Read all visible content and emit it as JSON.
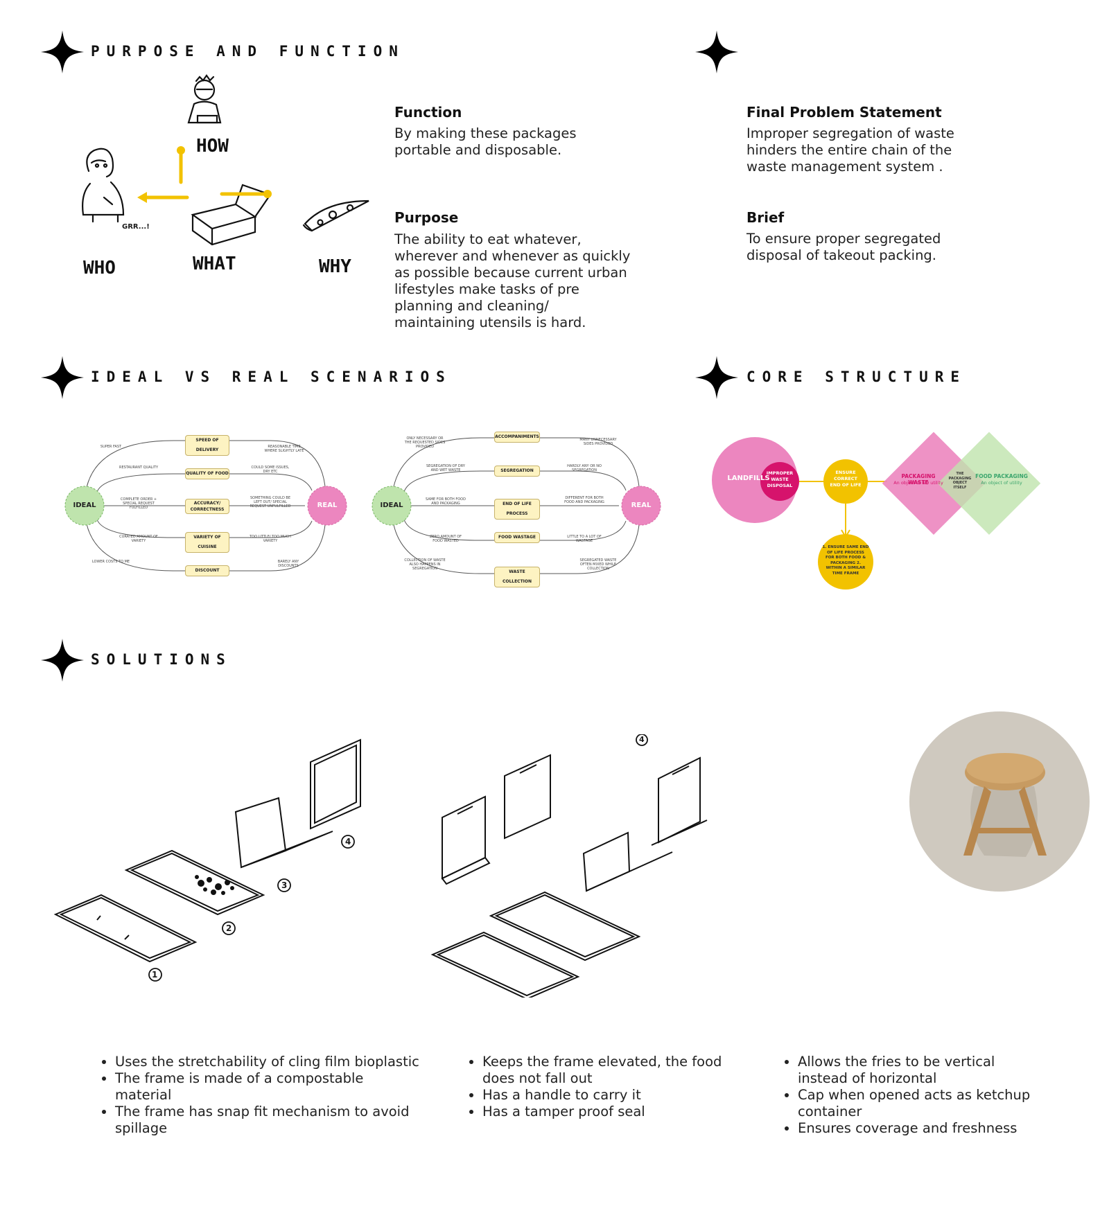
{
  "sections": {
    "purpose": "PURPOSE AND FUNCTION",
    "ideal_real": "IDEAL VS REAL SCENARIOS",
    "core": "CORE STRUCTURE",
    "solutions": "SOLUTIONS"
  },
  "sketch": {
    "how": "HOW",
    "who": "WHO",
    "what": "WHAT",
    "why": "WHY",
    "grr": "GRR...!"
  },
  "function": {
    "title": "Function",
    "text": "By making these packages\nportable and disposable."
  },
  "purpose": {
    "title": "Purpose",
    "text": "The ability to eat whatever,\nwherever and whenever as quickly\nas possible because current urban\nlifestyles make tasks of pre\nplanning and cleaning/\nmaintaining utensils is hard."
  },
  "problem": {
    "title": "Final Problem Statement",
    "text": "Improper segregation of waste\nhinders the entire chain of the\nwaste management system ."
  },
  "brief": {
    "title": "Brief",
    "text": "To ensure proper segregated\ndisposal of takeout packing."
  },
  "diagram1": {
    "ideal": "IDEAL",
    "real": "REAL",
    "rows": [
      {
        "label": "SPEED OF DELIVERY",
        "left": "SUPER FAST",
        "right": "REASONABLE TIME WHERE SLIGHTLY LATE"
      },
      {
        "label": "QUALITY OF FOOD",
        "left": "RESTAURANT QUALITY",
        "right": "COULD SOME ISSUES, DRY ETC"
      },
      {
        "label": "ACCURACY/ CORRECTNESS",
        "left": "COMPLETE ORDER + SPECIAL REQUEST FULFILLED",
        "right": "SOMETHING COULD BE LEFT OUT/ SPECIAL REQUEST UNFULFILLED"
      },
      {
        "label": "VARIETY OF CUISINE",
        "left": "CURATED AMOUNT OF VARIETY",
        "right": "TOO LITTLE/ TOO MUCH VARIETY"
      },
      {
        "label": "DISCOUNT",
        "left": "LOWER COSTS TO ME",
        "right": "BARELY ANY DISCOUNTS"
      }
    ]
  },
  "diagram2": {
    "ideal": "IDEAL",
    "real": "REAL",
    "rows": [
      {
        "label": "ACCOMPANIMENTS",
        "left": "ONLY NECESSARY OR THE REQUESTED SIDES PROVIDED",
        "right": "MANY UNNECESSARY SIDES PROVIDED"
      },
      {
        "label": "SEGREGATION",
        "left": "SEGREGATION OF DRY AND WET WASTE",
        "right": "HARDLY ANY OR NO SEGREGATION"
      },
      {
        "label": "END OF LIFE PROCESS",
        "left": "SAME FOR BOTH FOOD AND PACKAGING",
        "right": "DIFFERENT FOR BOTH FOOD AND PACKAGING"
      },
      {
        "label": "FOOD WASTAGE",
        "left": "ZERO AMOUNT OF FOOD WASTED",
        "right": "LITTLE TO A LOT OF WASTAGE"
      },
      {
        "label": "WASTE COLLECTION",
        "left": "COLLECTION OF WASTE ALSO HAPPENS IN SEGREGATION",
        "right": "SEGREGATED WASTE OFTEN MIXED WHILE COLLECTION"
      }
    ]
  },
  "core": {
    "landfills": "LANDFILLS",
    "improper": "IMPROPER WASTE DISPOSAL",
    "ensure": "ENSURE CORRECT END OF LIFE",
    "steps": "1. ENSURE SAME END OF LIFE PROCESS FOR BOTH FOOD & PACKAGING 2. WITHIN A SIMILAR TIME FRAME",
    "packaging_waste": "PACKAGING WASTE",
    "packaging_waste_sub": "An object of NO utility",
    "packaging_object": "THE PACKAGING OBJECT ITSELF",
    "food_packaging": "FOOD PACKAGING",
    "food_packaging_sub": "An object of utility"
  },
  "step_numbers": [
    "1",
    "2",
    "3",
    "4",
    "4"
  ],
  "solutions": {
    "col1": [
      "Uses the stretchability of cling film bioplastic",
      "The frame is made of a compostable material",
      "The frame has snap fit mechanism to avoid spillage"
    ],
    "col2": [
      "Keeps the frame elevated, the food does not fall out",
      "Has a handle to carry it",
      "Has a tamper proof seal"
    ],
    "col3": [
      "Allows the fries to be vertical instead of horizontal",
      "Cap when opened acts as ketchup container",
      "Ensures coverage and freshness"
    ]
  },
  "colors": {
    "accent_yellow": "#f2c200",
    "pink": "#ec86bf",
    "magenta": "#d6136c",
    "green": "#bfe4ad",
    "pill": "#fdf3c2"
  }
}
